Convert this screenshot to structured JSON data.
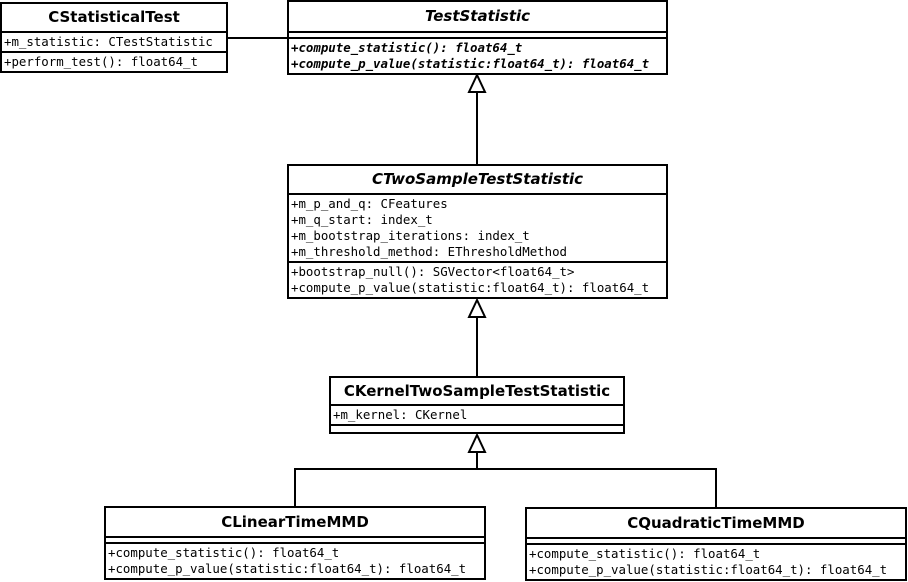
{
  "diagram": {
    "classes": {
      "statistical_test": {
        "name": "CStatisticalTest",
        "attributes": [
          "+m_statistic: CTestStatistic"
        ],
        "methods": [
          "+perform_test(): float64_t"
        ]
      },
      "test_statistic": {
        "name": "TestStatistic",
        "abstract": true,
        "attributes": [],
        "methods": [
          "+compute_statistic(): float64_t",
          "+compute_p_value(statistic:float64_t): float64_t"
        ]
      },
      "two_sample": {
        "name": "CTwoSampleTestStatistic",
        "abstract": true,
        "attributes": [
          "+m_p_and_q: CFeatures",
          "+m_q_start: index_t",
          "+m_bootstrap_iterations: index_t",
          "+m_threshold_method: EThresholdMethod"
        ],
        "methods": [
          "+bootstrap_null(): SGVector<float64_t>",
          "+compute_p_value(statistic:float64_t): float64_t"
        ]
      },
      "kernel_two_sample": {
        "name": "CKernelTwoSampleTestStatistic",
        "attributes": [
          "+m_kernel: CKernel"
        ],
        "methods": []
      },
      "linear_mmd": {
        "name": "CLinearTimeMMD",
        "attributes": [],
        "methods": [
          "+compute_statistic(): float64_t",
          "+compute_p_value(statistic:float64_t): float64_t"
        ]
      },
      "quadratic_mmd": {
        "name": "CQuadraticTimeMMD",
        "attributes": [],
        "methods": [
          "+compute_statistic(): float64_t",
          "+compute_p_value(statistic:float64_t): float64_t"
        ]
      }
    },
    "relations": [
      {
        "type": "association",
        "from": "statistical_test",
        "to": "test_statistic"
      },
      {
        "type": "generalization",
        "from": "two_sample",
        "to": "test_statistic"
      },
      {
        "type": "generalization",
        "from": "kernel_two_sample",
        "to": "two_sample"
      },
      {
        "type": "generalization",
        "from": "linear_mmd",
        "to": "kernel_two_sample"
      },
      {
        "type": "generalization",
        "from": "quadratic_mmd",
        "to": "kernel_two_sample"
      }
    ]
  }
}
